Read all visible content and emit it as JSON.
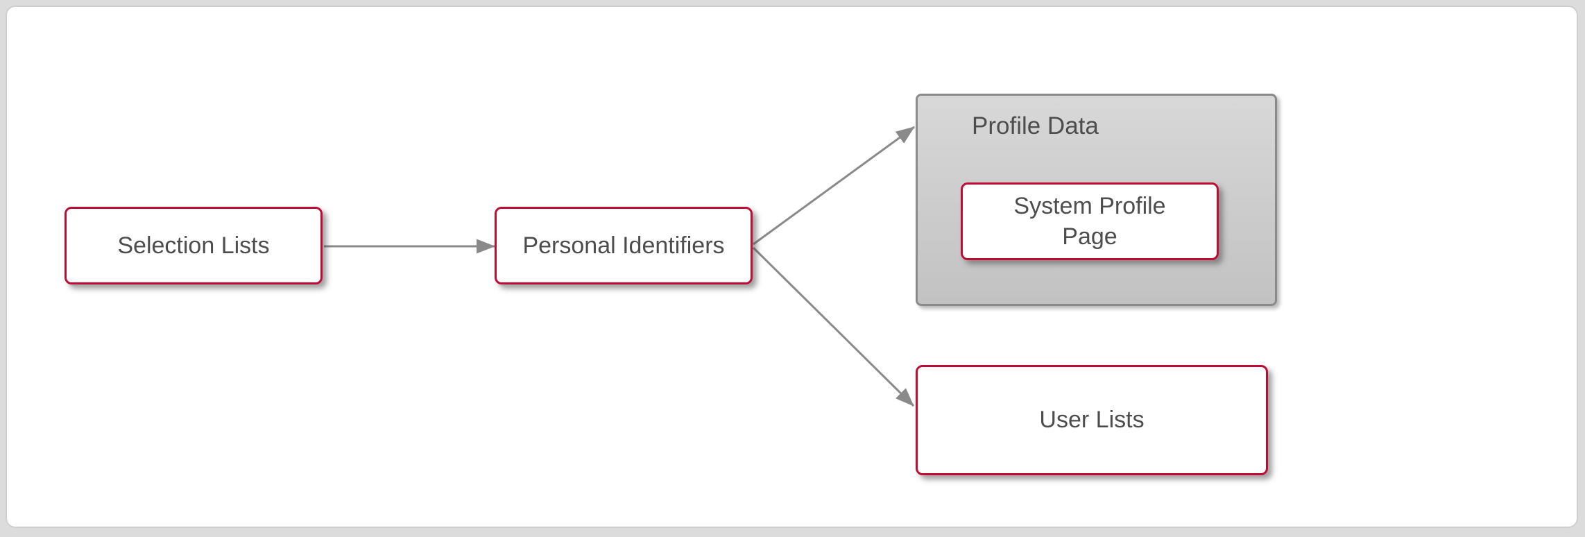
{
  "colors": {
    "page-bg": "#dcdcdc",
    "canvas-bg": "#ffffff",
    "canvas-border": "#cfcfcf",
    "node-border": "#bd0d35",
    "node-bg": "#ffffff",
    "node-text": "#4d4d4d",
    "cluster-border": "#8a8a8a",
    "cluster-bg-top": "#d8d8d8",
    "cluster-bg-bottom": "#c2c2c2",
    "arrow": "#8a8a8a"
  },
  "diagram": {
    "type": "flowchart",
    "direction": "left-to-right",
    "nodes": [
      {
        "id": "selection-lists",
        "label": "Selection Lists"
      },
      {
        "id": "personal-identifiers",
        "label": "Personal Identifiers"
      },
      {
        "id": "system-profile-page",
        "label": "System Profile Page"
      },
      {
        "id": "user-lists",
        "label": "User Lists"
      }
    ],
    "cluster": {
      "id": "profile-data",
      "label": "Profile Data",
      "contains": [
        "system-profile-page"
      ]
    },
    "edges": [
      {
        "from": "Selection Lists",
        "to": "Personal Identifiers",
        "style": "arrow"
      },
      {
        "from": "Personal Identifiers",
        "to": "Profile Data",
        "style": "arrow"
      },
      {
        "from": "Personal Identifiers",
        "to": "User Lists",
        "style": "arrow"
      }
    ]
  }
}
